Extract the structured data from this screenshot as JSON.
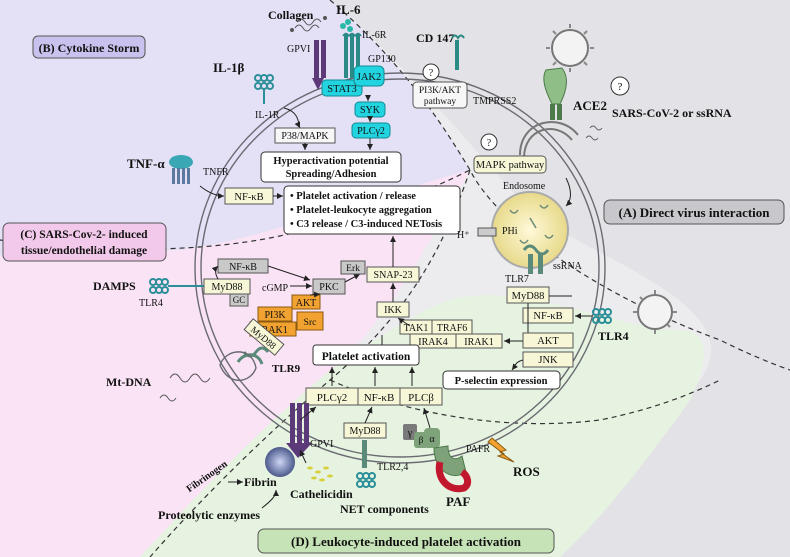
{
  "sections": {
    "b": "(B) Cytokine Storm",
    "a": "(A) Direct virus interaction",
    "c1": "(C) SARS-Cov-2- induced",
    "c2": "tissue/endothelial damage",
    "d": "(D) Leukocyte-induced platelet activation"
  },
  "ligands": {
    "collagen": "Collagen",
    "il6": "IL-6",
    "il1b": "IL-1β",
    "tnfa": "TNF-α",
    "cd147": "CD 147",
    "ace2": "ACE2",
    "sars": "SARS-CoV-2 or ssRNA",
    "damps": "DAMPS",
    "mtdna": "Mt-DNA",
    "fibrinogen": "Fibrinogen",
    "fibrin": "Fibrin",
    "cathelicidin": "Cathelicidin",
    "proteolytic": "Proteolytic enzymes",
    "net": "NET components",
    "paf": "PAF",
    "ros": "ROS",
    "tlr4_right": "TLR4"
  },
  "receptors": {
    "gpvi_top": "GPVI",
    "il6r": "IL-6R",
    "gp130": "GP130",
    "il1r": "IL-1R",
    "tnfr": "TNFR",
    "tmprss2": "TMPRSS2",
    "tlr4_left": "TLR4",
    "tlr9": "TLR9",
    "tlr7": "TLR7",
    "gpvi_bottom": "GPVI",
    "tlr24": "TLR2,4",
    "pafr": "PAFR",
    "endosome": "Endosome",
    "ssrna": "ssRNA",
    "ph": "PHi",
    "h": "H⁺",
    "q": "?"
  },
  "nodes": {
    "stat3": "STAT3",
    "jak2": "JAK2",
    "syk": "SYK",
    "plcg2_top": "PLCγ2",
    "p38": "P38/MAPK",
    "pi3k_akt1": "PI3K/AKT",
    "pi3k_akt2": "pathway",
    "mapk": "MAPK pathway",
    "nfkb_top": "NF-κB",
    "nfkb_left": "NF-κB",
    "myd88_left": "MyD88",
    "gc": "GC",
    "cgmp": "cGMP",
    "pkc": "PKC",
    "erk": "Erk",
    "pi3k": "PI3K",
    "akt_left": "AKT",
    "irak1_left": "IRAK1",
    "src": "Src",
    "myd88_tlr9": "MyD88",
    "snap23": "SNAP-23",
    "ikk": "IKK",
    "tak1": "TAK1",
    "traf6": "TRAF6",
    "irak4": "IRAK4",
    "irak1_right": "IRAK1",
    "myd88_right": "MyD88",
    "nfkb_right": "NF-κB",
    "akt_right": "AKT",
    "jnk": "JNK",
    "plcg2_bottom": "PLCγ2",
    "nfkb_bottom": "NF-κB",
    "plcb": "PLCβ",
    "myd88_bottom": "MyD88",
    "gamma": "γ",
    "beta": "β",
    "alpha": "α"
  },
  "boxes": {
    "hyper1": "Hyperactivation potential",
    "hyper2": "Spreading/Adhesion",
    "act1": "• Platelet activation / release",
    "act2": "• Platelet-leukocyte aggregation",
    "act3": "• C3 release / C3-induced NETosis",
    "pactivation": "Platelet activation",
    "pselectin": "P-selectin expression"
  },
  "colors": {
    "purple_region": "#e4e1f7",
    "gray_region": "#e3e3e7",
    "pink_region": "#f9e3f4",
    "green_region": "#e7f3e1",
    "cyan": "#22d3e0",
    "orange": "#f1a230",
    "yellow": "#f2f1c4",
    "grey_box": "#c9c9c9",
    "receptor_green": "#7ea37a",
    "paf_red": "#c2182e"
  }
}
